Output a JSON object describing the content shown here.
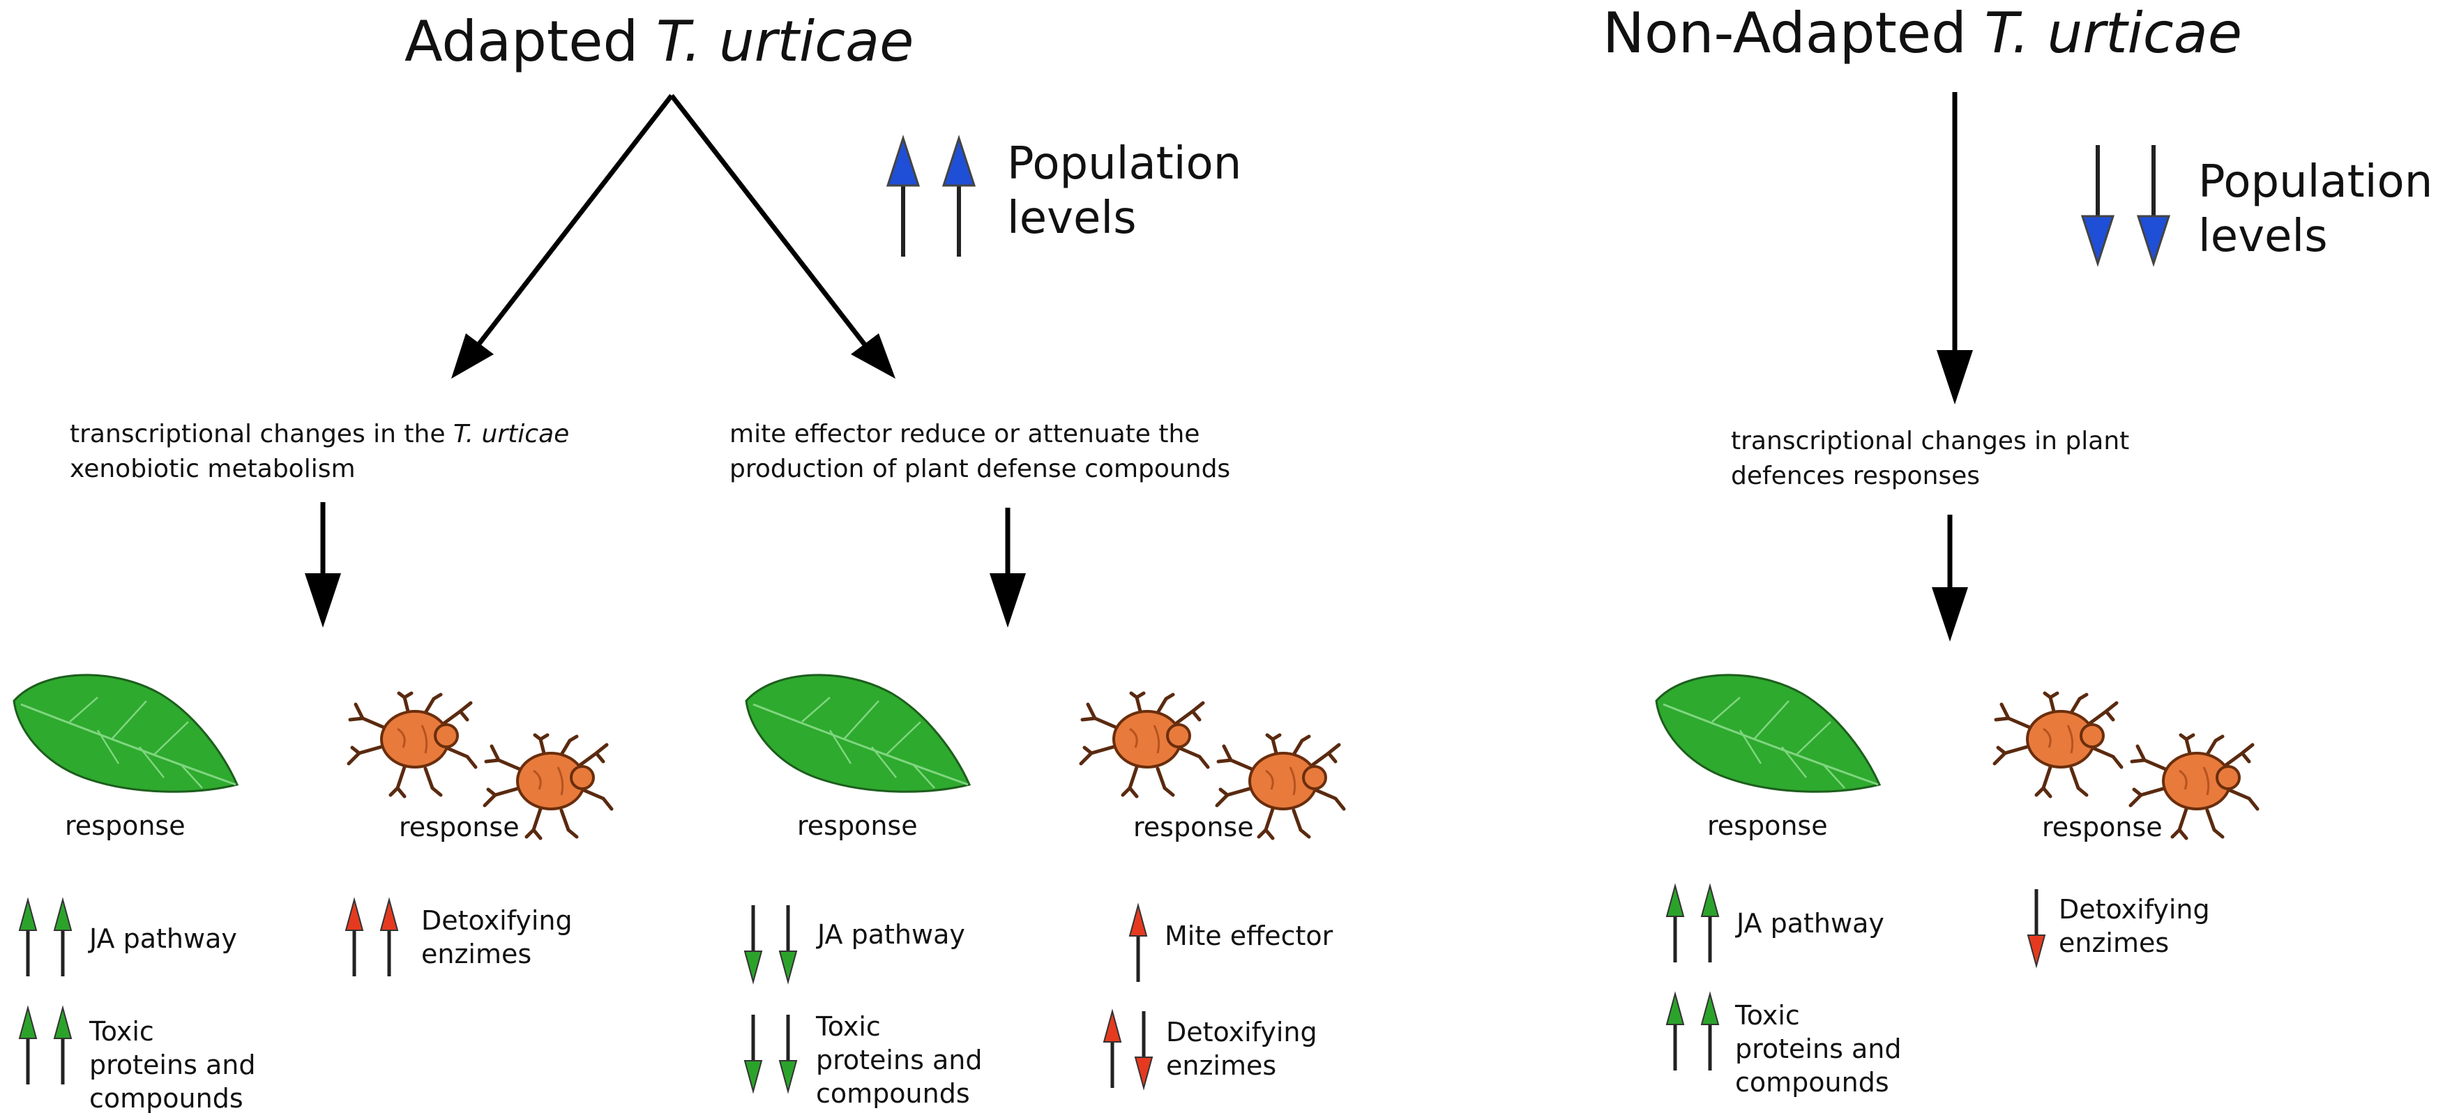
{
  "titles": {
    "adapted_prefix": "Adapted ",
    "adapted_species": "T. urticae",
    "nonadapted_prefix": "Non-Adapted ",
    "nonadapted_species": "T. urticae"
  },
  "population": {
    "adapted": "Population\nlevels",
    "nonadapted": "Population\nlevels"
  },
  "descriptions": {
    "left_line1_prefix": "transcriptional changes in the ",
    "left_line1_species": "T. urticae",
    "left_line2": "xenobiotic metabolism",
    "middle": "mite effector reduce or attenuate the\nproduction of plant defense compounds",
    "right": "transcriptional changes in plant\ndefences responses"
  },
  "responses": {
    "label": "response"
  },
  "effects": {
    "left_plant_1": "JA pathway",
    "left_plant_2": "Toxic\nproteins and\ncompounds",
    "left_mite_1": "Detoxifying\nenzimes",
    "mid_plant_1": "JA pathway",
    "mid_plant_2": "Toxic\nproteins and\ncompounds",
    "mid_mite_1": "Mite effector",
    "mid_mite_2": "Detoxifying\nenzimes",
    "right_plant_1": "JA pathway",
    "right_plant_2": "Toxic\nproteins and\ncompounds",
    "right_mite_1": "Detoxifying\nenzimes"
  },
  "colors": {
    "increase_plant": "#2ba32b",
    "increase_mite": "#e53a1f",
    "population_arrow": "#1f4fd6",
    "leaf": "#2eaa2e",
    "mite": "#e87a3c"
  },
  "icons": {
    "leaf": "leaf-icon",
    "mite": "spider-mite-icon"
  }
}
